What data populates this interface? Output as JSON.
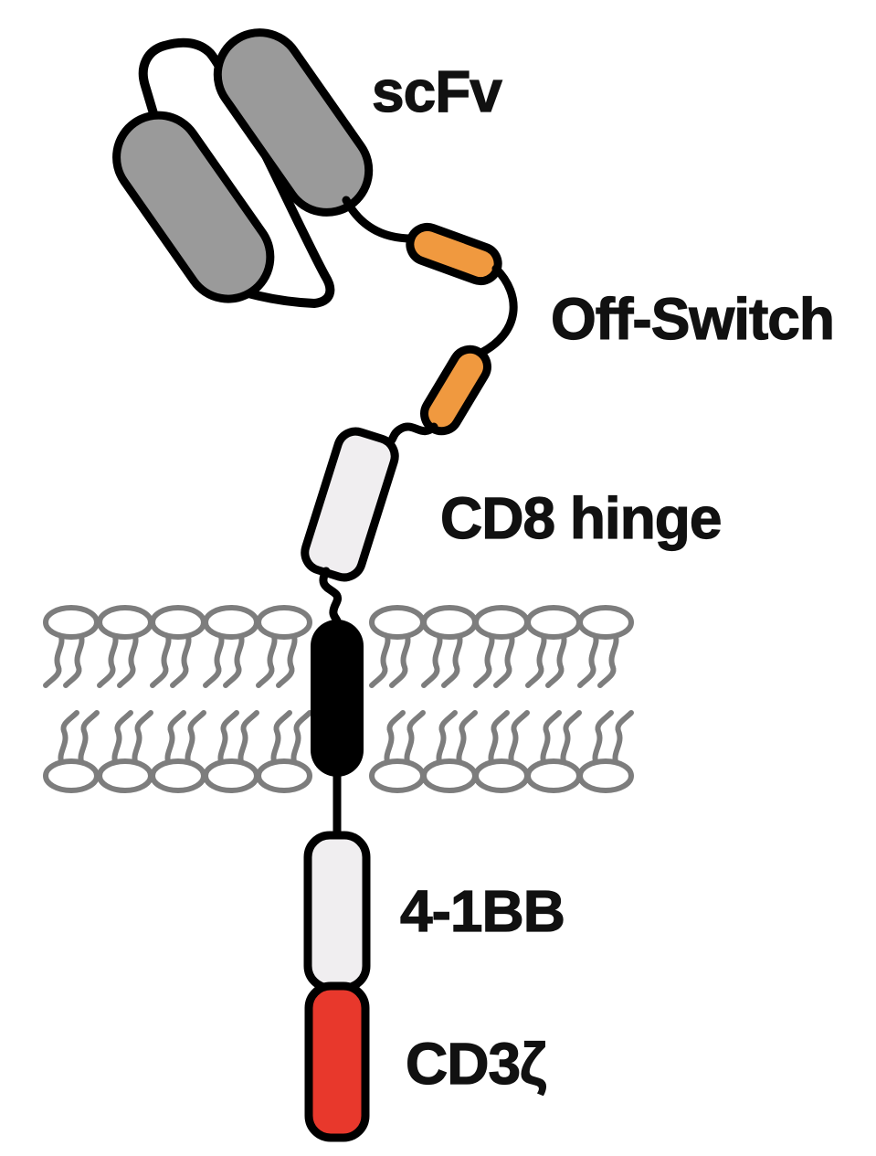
{
  "figure": {
    "labels": {
      "scfv": "scFv",
      "off_switch": "Off-Switch",
      "cd8_hinge": "CD8 hinge",
      "four_1bb": "4-1BB",
      "cd3_zeta": "CD3ζ"
    },
    "colors": {
      "scfv_gray": "#9a9a9a",
      "switch_orange": "#f0993f",
      "light_domain_gray": "#f0eef0",
      "cd3_red": "#e8382c",
      "transmembrane_black": "#000000",
      "outline_black": "#000000",
      "lipid_gray": "#7d7d7d",
      "background_white": "#ffffff"
    }
  }
}
